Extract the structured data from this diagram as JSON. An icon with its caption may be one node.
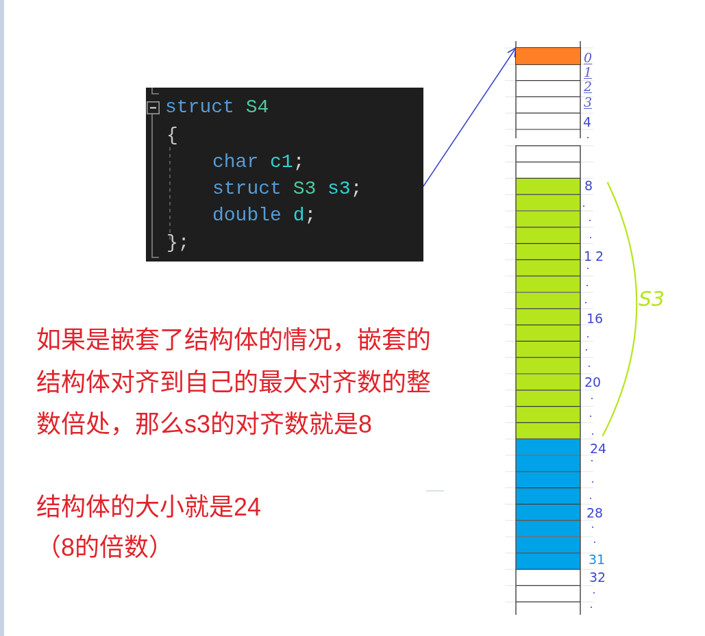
{
  "diagram": {
    "nodes": [
      {
        "text": [
          "struct S4",
          "{",
          "char c1;",
          "struct S3 s3;",
          "double d;",
          "};"
        ]
      },
      {
        "text": [],
        "shape": "box",
        "beside": [
          "0"
        ]
      }
    ],
    "edges": [
      {
        "from": 0,
        "to": 1,
        "arrow": "to"
      }
    ],
    "labels": [
      "如果是嵌套了结构体的情况，嵌套的结构体对齐到自己的最大对齐数的整数倍处，那么s3的对齐数就是8",
      "结构体的大小就是24",
      "（8的倍数）",
      "1",
      "2",
      "3",
      "4",
      "8",
      "12",
      "16",
      "20",
      "24",
      "28",
      "31",
      "32",
      "S3"
    ]
  }
}
